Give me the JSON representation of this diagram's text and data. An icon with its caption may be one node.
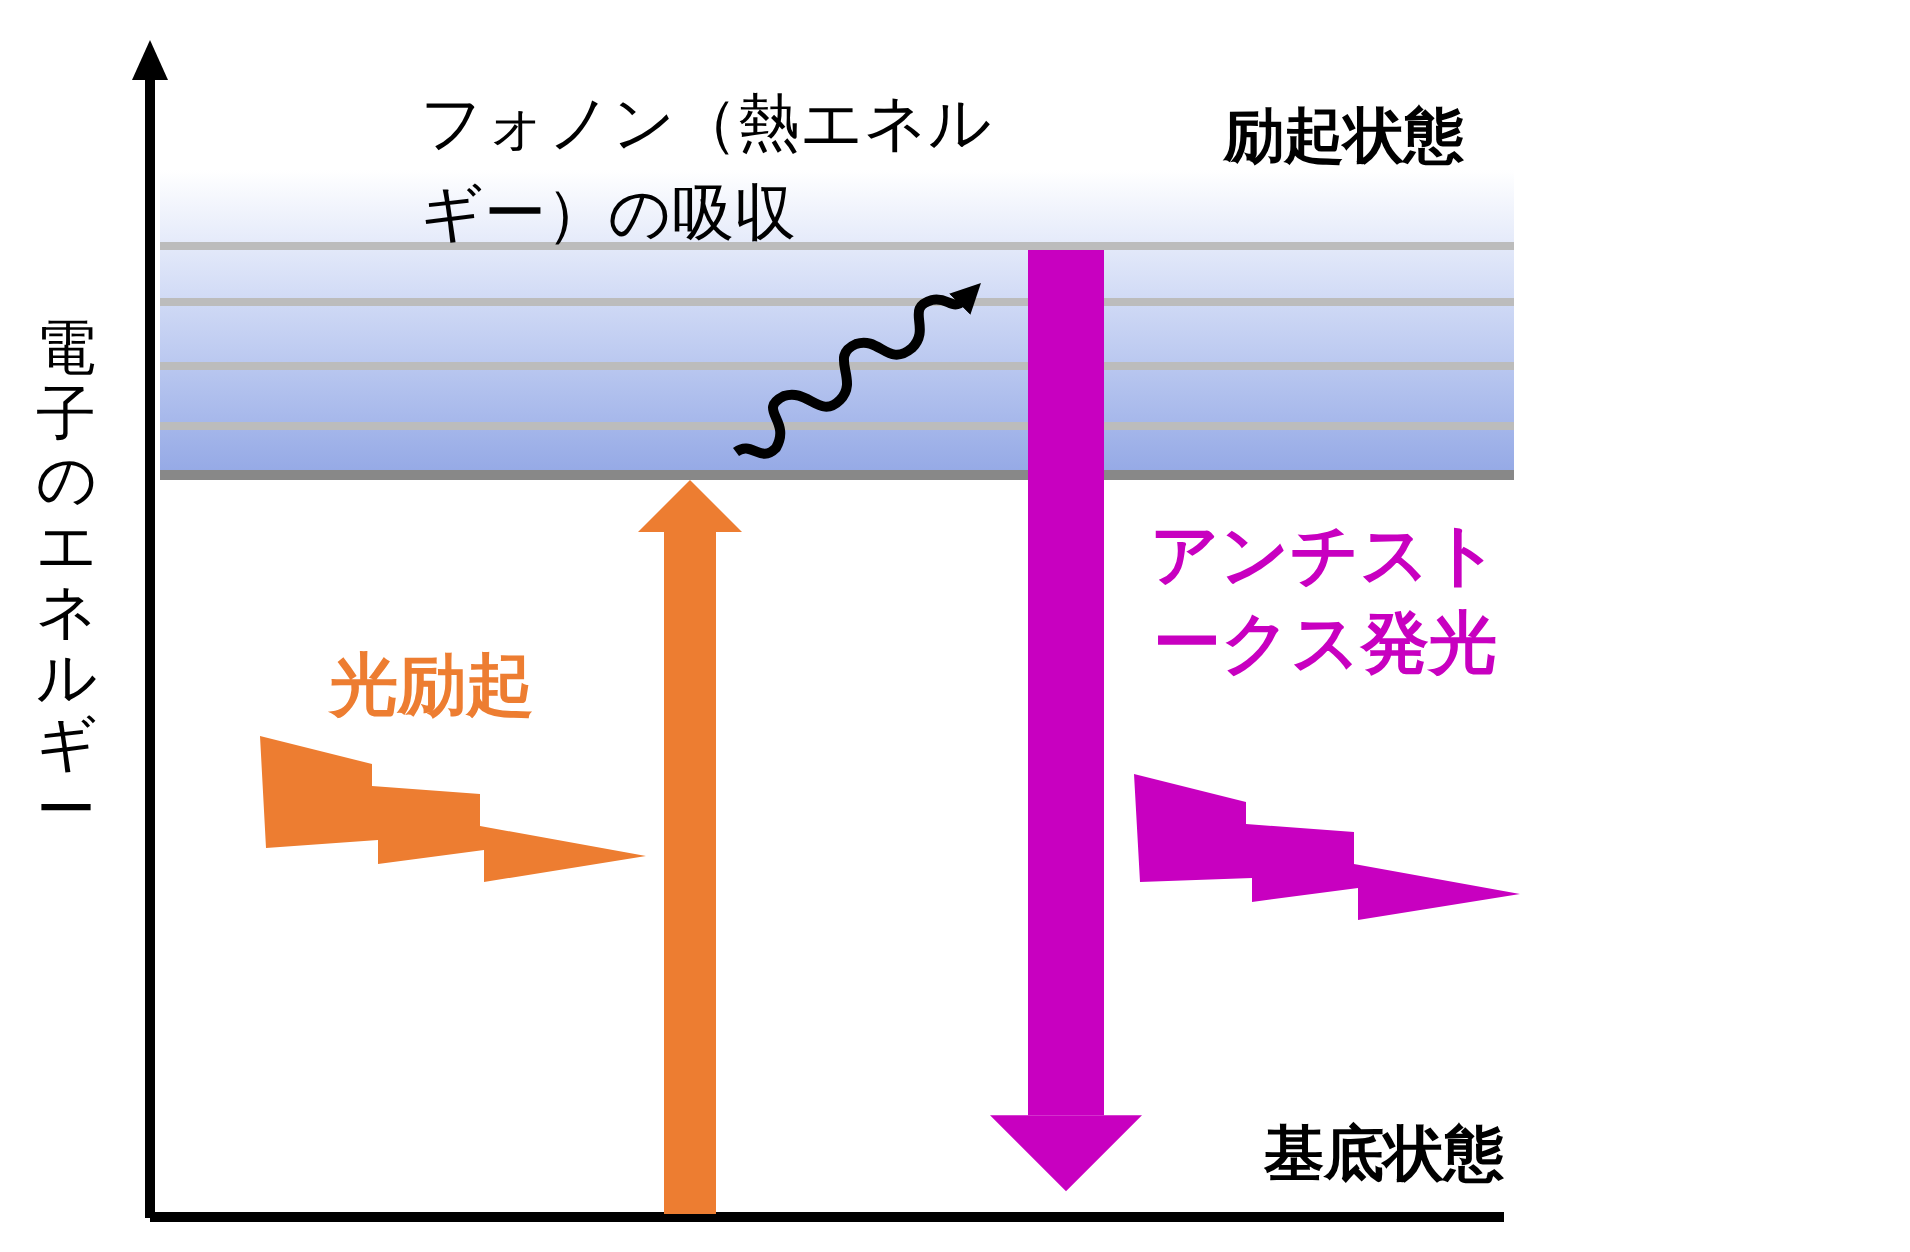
{
  "diagram": {
    "nodes": [
      {
        "text": [
          "励起状態"
        ]
      },
      {
        "text": [
          "基底状態"
        ]
      }
    ],
    "edges": [
      {
        "from": 1,
        "to": 0,
        "arrow": "to",
        "color": "#ed7d31"
      },
      {
        "from": 0,
        "to": 1,
        "arrow": "to",
        "color": "#c800c0"
      }
    ],
    "labels": [
      "電子のエネルギー",
      "フォノン（熱エネルギー）の吸収",
      "光励起",
      "アンチストークス発光"
    ]
  }
}
